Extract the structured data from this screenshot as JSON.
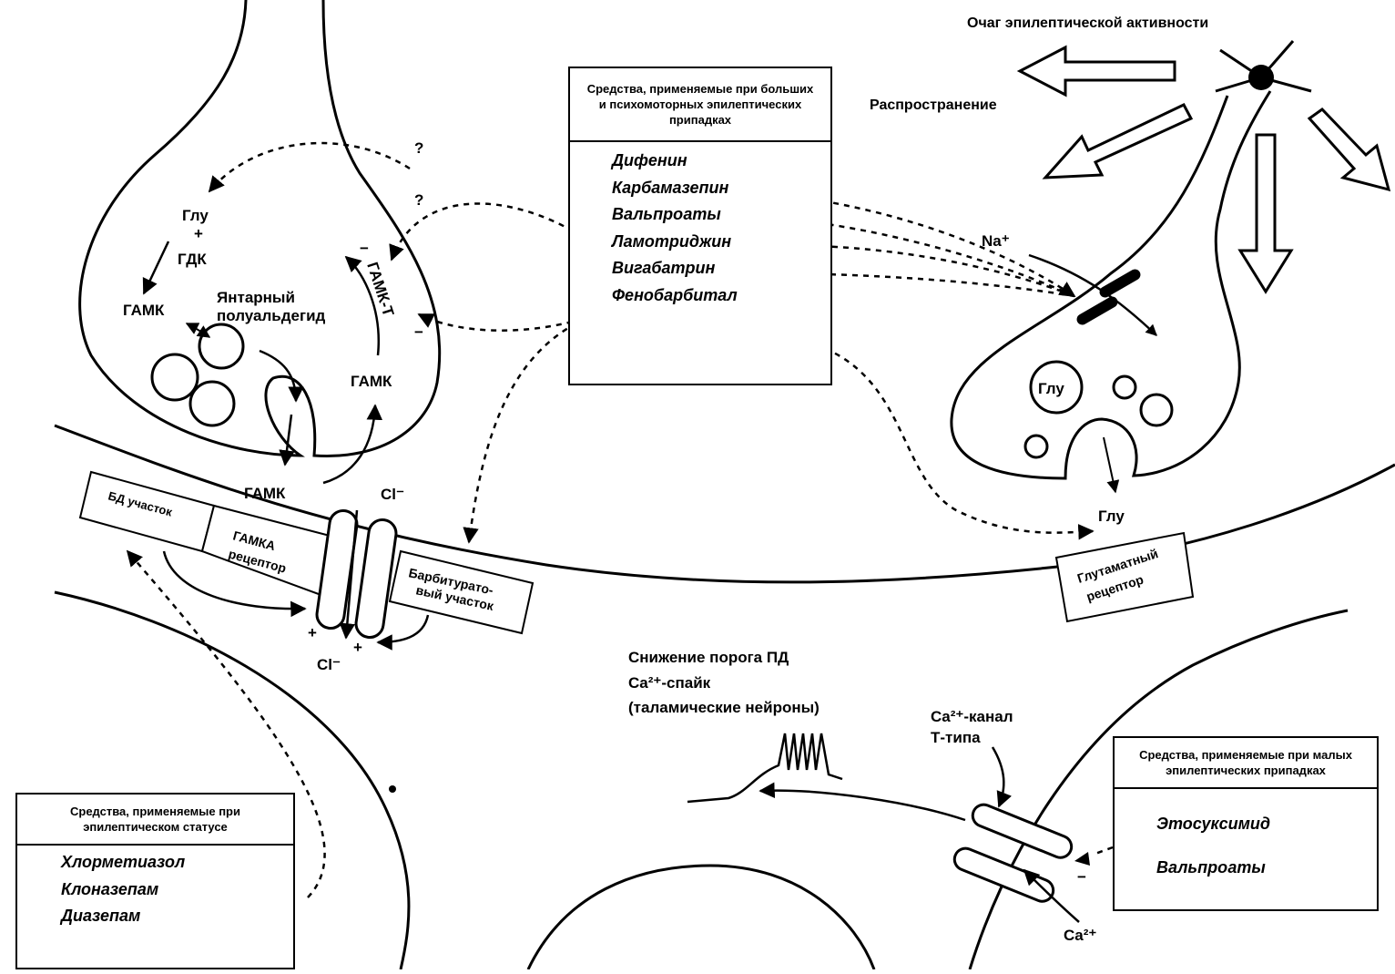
{
  "focus_title": "Очаг эпилептической активности",
  "spread_label": "Распространение",
  "large_seizures": {
    "header": "Средства, применяемые при больших и психомоторных эпилептических припадках",
    "drugs": [
      "Дифенин",
      "Карбамазепин",
      "Вальпроаты",
      "Ламотриджин",
      "Вигабатрин",
      "Фенобарбитал"
    ]
  },
  "status_epilepticus": {
    "header": "Средства, применяемые при эпилептическом статусе",
    "drugs": [
      "Хлорметиазол",
      "Клоназепам",
      "Диазепам"
    ]
  },
  "small_seizures": {
    "header": "Средства, применяемые при малых эпилептических припадках",
    "drugs": [
      "Этосуксимид",
      "Вальпроаты"
    ]
  },
  "gaba_terminal": {
    "glu": "Глу",
    "plus": "+",
    "gdk": "ГДК",
    "gaba_left": "ГАМК",
    "succinic": "Янтарный полуальдегид",
    "gaba_t": "ГАМК-Т",
    "gaba_right": "ГАМК",
    "gaba_cleft": "ГАМК",
    "q1": "?",
    "q2": "?",
    "minus": "−"
  },
  "receptor": {
    "bd_site": "БД участок",
    "gaba_a": "ГАМКА рецептор",
    "barbiturate_site": "Барбитуратовый участок",
    "cl_top": "Cl⁻",
    "cl_bottom": "Cl⁻",
    "plus": "+"
  },
  "glutamate_terminal": {
    "na": "Na⁺",
    "glu_vesicle": "Глу",
    "glu_cleft": "Глу",
    "glutamate_receptor": "Глутаматный рецептор"
  },
  "thalamic": {
    "line1": "Снижение порога ПД",
    "line2": "Ca²⁺-спайк",
    "line3": "(таламические нейроны)",
    "ca_channel_1": "Ca²⁺-канал",
    "ca_channel_2": "Т-типа",
    "ca_ion": "Ca²⁺",
    "minus": "−"
  }
}
